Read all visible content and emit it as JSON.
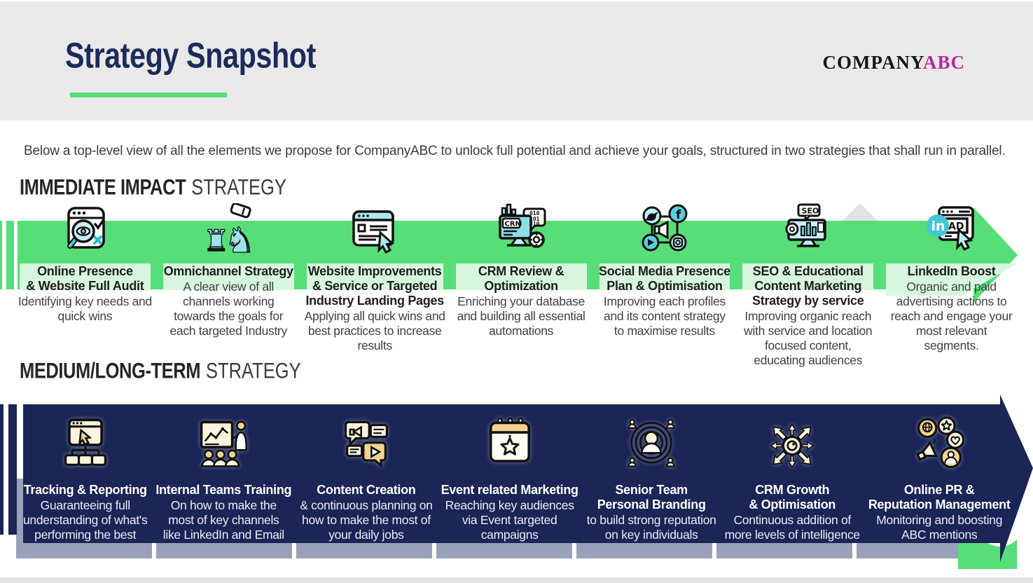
{
  "header": {
    "title": "Strategy Snapshot",
    "logo": {
      "black": "COMPANY",
      "accent": "ABC"
    }
  },
  "intro": "Below a top-level view of all the elements we propose for CompanyABC to unlock full potential and achieve your goals, structured in two strategies that shall run in parallel.",
  "sections": [
    {
      "heading_bold": "IMMEDIATE IMPACT",
      "heading_light": "STRATEGY",
      "items": [
        {
          "icon": "online-audit-icon",
          "title": "Online Presence\n& Website Full Audit",
          "desc": "Identifying key needs and\nquick wins"
        },
        {
          "icon": "omnichannel-chess-icon",
          "title": "Omnichannel Strategy",
          "desc": "A clear view of all\nchannels working\ntowards the goals for\neach targeted Industry"
        },
        {
          "icon": "website-cursor-icon",
          "title": "Website Improvements\n& Service or Targeted\nIndustry Landing Pages",
          "desc": "Applying all quick wins and\nbest practices to increase\nresults"
        },
        {
          "icon": "crm-monitor-icon",
          "title": "CRM Review &\nOptimization",
          "desc": "Enriching your database\nand building all essential\nautomations"
        },
        {
          "icon": "social-network-icon",
          "title": "Social Media Presence\nPlan & Optimisation",
          "desc": "Improving each profiles\nand its content strategy\nto maximise results"
        },
        {
          "icon": "seo-monitor-icon",
          "title": "SEO & Educational\nContent Marketing\nStrategy by service",
          "desc": "Improving organic reach\nwith service and location\nfocused content,\neducating audiences"
        },
        {
          "icon": "linkedin-ad-icon",
          "title": "LinkedIn Boost",
          "desc": "Organic and paid\nadvertising actions to\nreach and engage your\nmost relevant\nsegments."
        }
      ]
    },
    {
      "heading_bold": "MEDIUM/LONG-TERM",
      "heading_light": "STRATEGY",
      "items": [
        {
          "icon": "tracking-sitemap-icon",
          "title": "Tracking & Reporting",
          "desc": "Guaranteeing full\nunderstanding of what's\nperforming the best"
        },
        {
          "icon": "teams-training-icon",
          "title": "Internal Teams Training",
          "desc": "On how to make the\nmost of key channels\nlike LinkedIn and Email"
        },
        {
          "icon": "content-creation-icon",
          "title": "Content Creation",
          "desc": "& continuous planning on\nhow to make the most of\nyour daily jobs"
        },
        {
          "icon": "event-calendar-icon",
          "title": "Event related Marketing",
          "desc": "Reaching key audiences\nvia Event targeted\ncampaigns"
        },
        {
          "icon": "personal-branding-icon",
          "title": "Senior Team\nPersonal Branding",
          "desc": "to build strong reputation\non key individuals"
        },
        {
          "icon": "crm-growth-icon",
          "title": "CRM Growth\n& Optimisation",
          "desc": "Continuous addition of\nmore levels of intelligence"
        },
        {
          "icon": "online-pr-icon",
          "title": "Online PR &\nReputation Management",
          "desc": "Monitoring and boosting\nABC mentions"
        }
      ]
    }
  ],
  "colors": {
    "accent_green": "#57de78",
    "light_green": "#d7f6de",
    "navy": "#1b2556",
    "header_gray": "#e9e9e9",
    "logo_magenta": "#b32aa0",
    "slate_box": "#99a1ba",
    "icon_teal": "#4cc9da",
    "icon_cream": "#faf3dd",
    "icon_tan": "#f1d292"
  }
}
